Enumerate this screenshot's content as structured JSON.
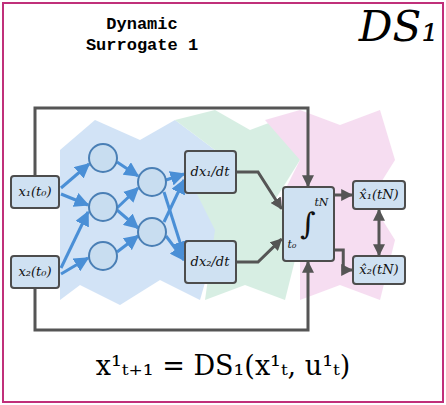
{
  "diagram": {
    "title": "Dynamic Surrogate 1",
    "nodes": [
      {
        "text": [
          "x₁(t₀)"
        ]
      },
      {
        "text": [
          "x₂(t₀)"
        ]
      },
      {
        "text": [
          "dx₁/dt"
        ]
      },
      {
        "text": [
          "dx₂/dt"
        ]
      },
      {
        "text": [
          "tN",
          "∫",
          "t₀"
        ]
      },
      {
        "text": [
          "x̂₁(tN)"
        ]
      },
      {
        "text": [
          "x̂₂(tN)"
        ]
      }
    ],
    "edges": [
      {
        "from": 0,
        "to": 4,
        "arrow": "to"
      },
      {
        "from": 1,
        "to": 4,
        "arrow": "to"
      },
      {
        "from": 2,
        "to": 4,
        "arrow": "to"
      },
      {
        "from": 3,
        "to": 4,
        "arrow": "to"
      },
      {
        "from": 4,
        "to": 5,
        "arrow": "to"
      },
      {
        "from": 4,
        "to": 6,
        "arrow": "to"
      },
      {
        "from": 5,
        "to": 6,
        "arrow": "both"
      }
    ],
    "labels": [
      "DS₁",
      "x¹ₜ₊₁ = DS₁(x¹ₜ, u¹ₜ)"
    ]
  }
}
